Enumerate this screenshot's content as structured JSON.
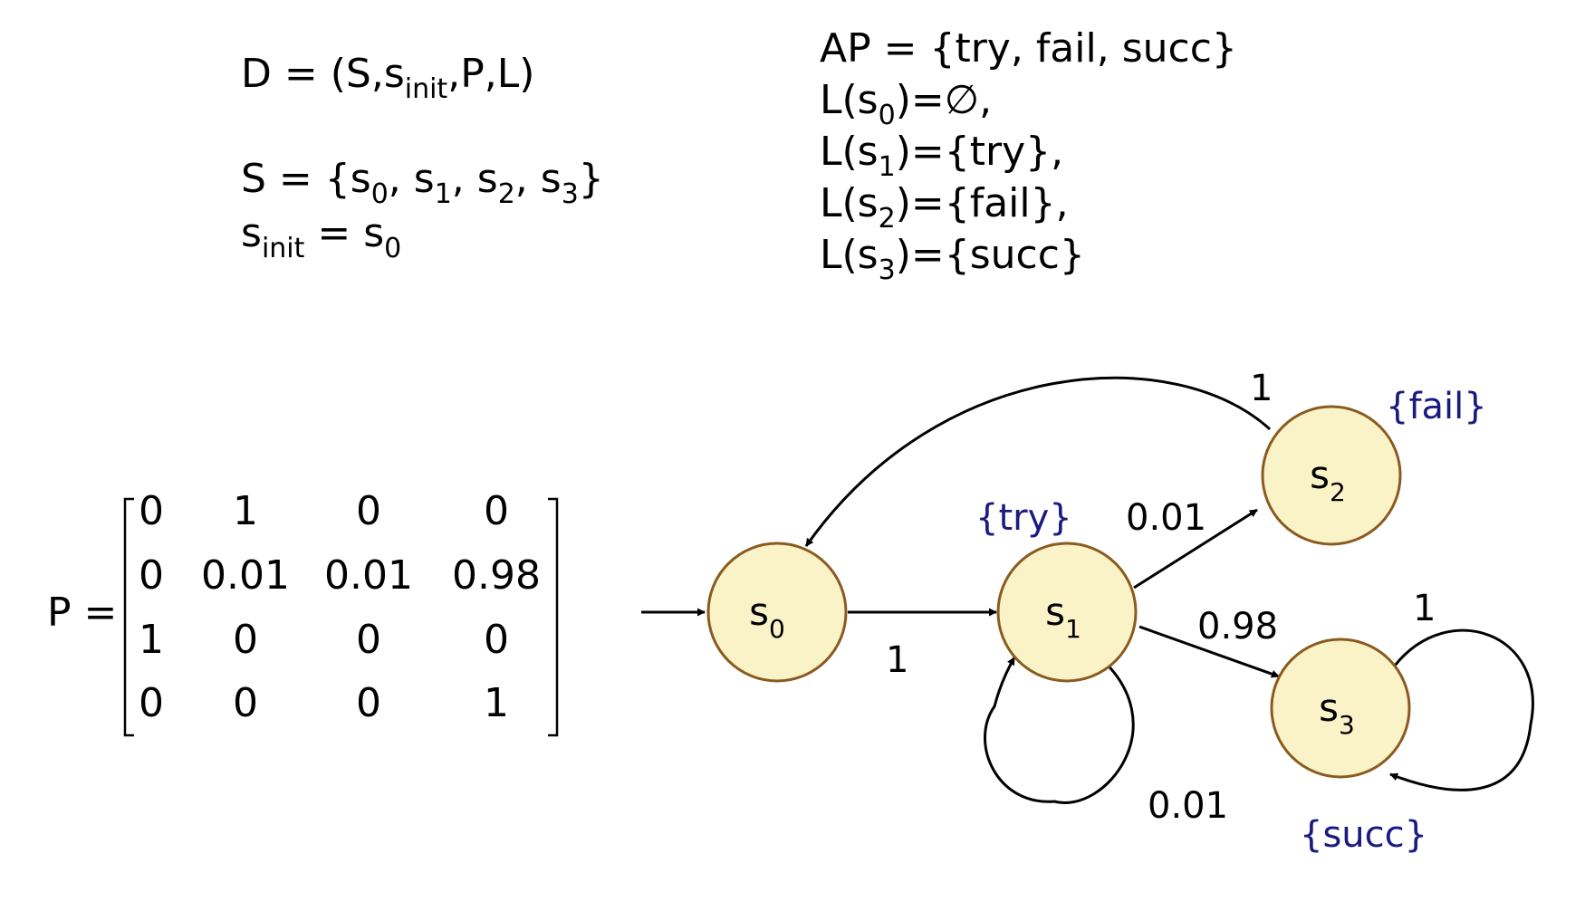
{
  "definition": {
    "D_lhs": "D",
    "D_eq": " = (S,s",
    "D_sub": "init",
    "D_rest": ",P,L)",
    "S_line": "S = {s",
    "S_subs": [
      "0",
      "1",
      "2",
      "3"
    ],
    "sinit_main": "s",
    "sinit_sub": "init",
    "sinit_eq": " = s",
    "sinit_val": "0"
  },
  "labels": {
    "AP": "AP = {try, fail, succ}",
    "L0_pre": "L(s",
    "L0_sub": "0",
    "L0_post": ")=∅,",
    "L1_pre": "L(s",
    "L1_sub": "1",
    "L1_post": ")={try},",
    "L2_pre": "L(s",
    "L2_sub": "2",
    "L2_post": ")={fail},",
    "L3_pre": "L(s",
    "L3_sub": "3",
    "L3_post": ")={succ}"
  },
  "matrix": {
    "name": "P =",
    "rows": [
      [
        "0",
        "1",
        "0",
        "0"
      ],
      [
        "0",
        "0.01",
        "0.01",
        "0.98"
      ],
      [
        "1",
        "0",
        "0",
        "0"
      ],
      [
        "0",
        "0",
        "0",
        "1"
      ]
    ]
  },
  "graph": {
    "states": [
      {
        "id": "s",
        "sub": "0"
      },
      {
        "id": "s",
        "sub": "1"
      },
      {
        "id": "s",
        "sub": "2"
      },
      {
        "id": "s",
        "sub": "3"
      }
    ],
    "state_labels": {
      "s1": "{try}",
      "s2": "{fail}",
      "s3": "{succ}"
    },
    "edge_labels": {
      "s0_s1": "1",
      "s1_s1": "0.01",
      "s1_s2": "0.01",
      "s1_s3": "0.98",
      "s2_s0": "1",
      "s3_s3": "1"
    },
    "label_color": "#1a1a80",
    "node_fill": "#fbf3c8",
    "node_stroke": "#8b5a1e"
  }
}
